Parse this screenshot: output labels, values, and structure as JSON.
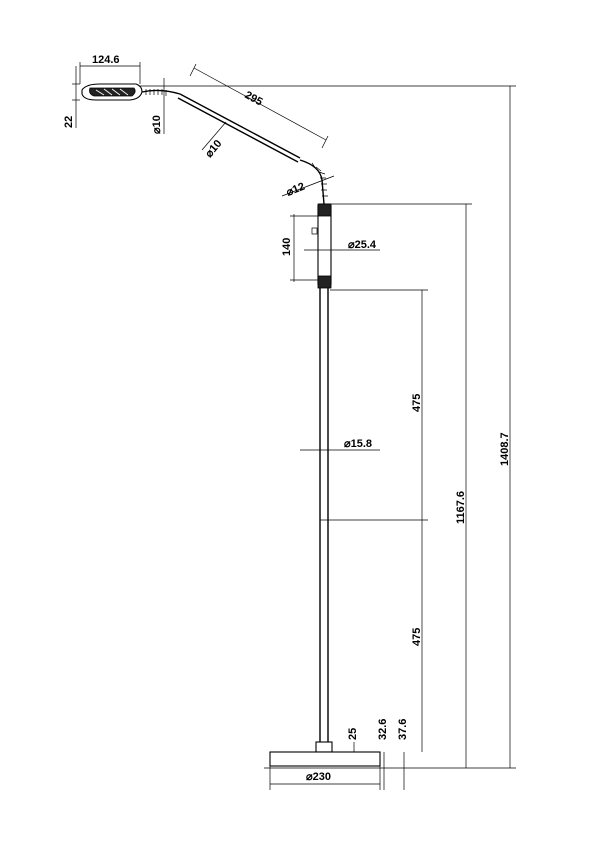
{
  "dimensions": {
    "head_width": "124.6",
    "head_height": "22",
    "arm_length": "295",
    "gooseneck_dia_small": "⌀10",
    "arm_dia": "⌀10",
    "joint_dia": "⌀12",
    "switch_length": "140",
    "switch_dia": "⌀25.4",
    "pole_dia": "⌀15.8",
    "pole_upper": "475",
    "pole_lower": "475",
    "total_height": "1408.7",
    "height_to_switch": "1167.6",
    "base_dia": "⌀230",
    "base_stem": "25",
    "base_plate_1": "32.6",
    "base_plate_2": "37.6"
  }
}
